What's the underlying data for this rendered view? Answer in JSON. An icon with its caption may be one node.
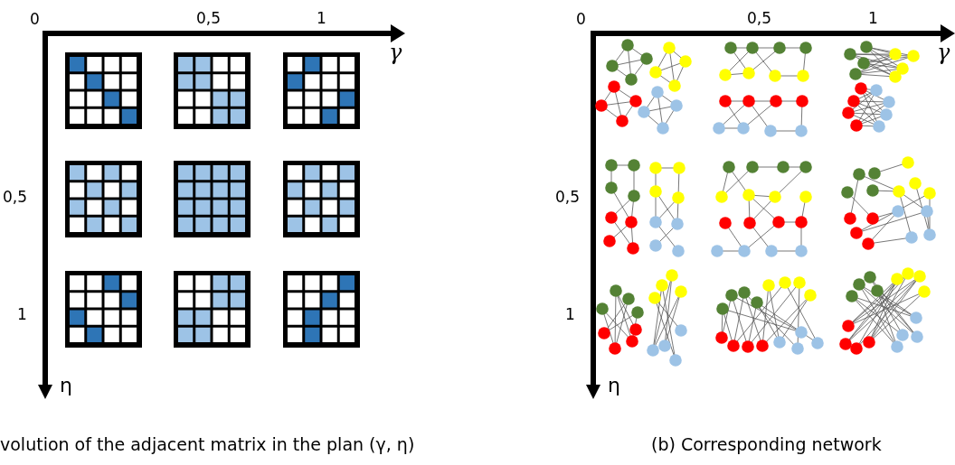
{
  "diagram": {
    "labels": [
      "0",
      "0,5",
      "1",
      "γ",
      "0,5",
      "1",
      "η",
      "volution of the adjacent matrix in the plan (γ, η)",
      "0",
      "0,5",
      "1",
      "γ",
      "0,5",
      "1",
      "η",
      "(b) Corresponding network"
    ]
  }
}
